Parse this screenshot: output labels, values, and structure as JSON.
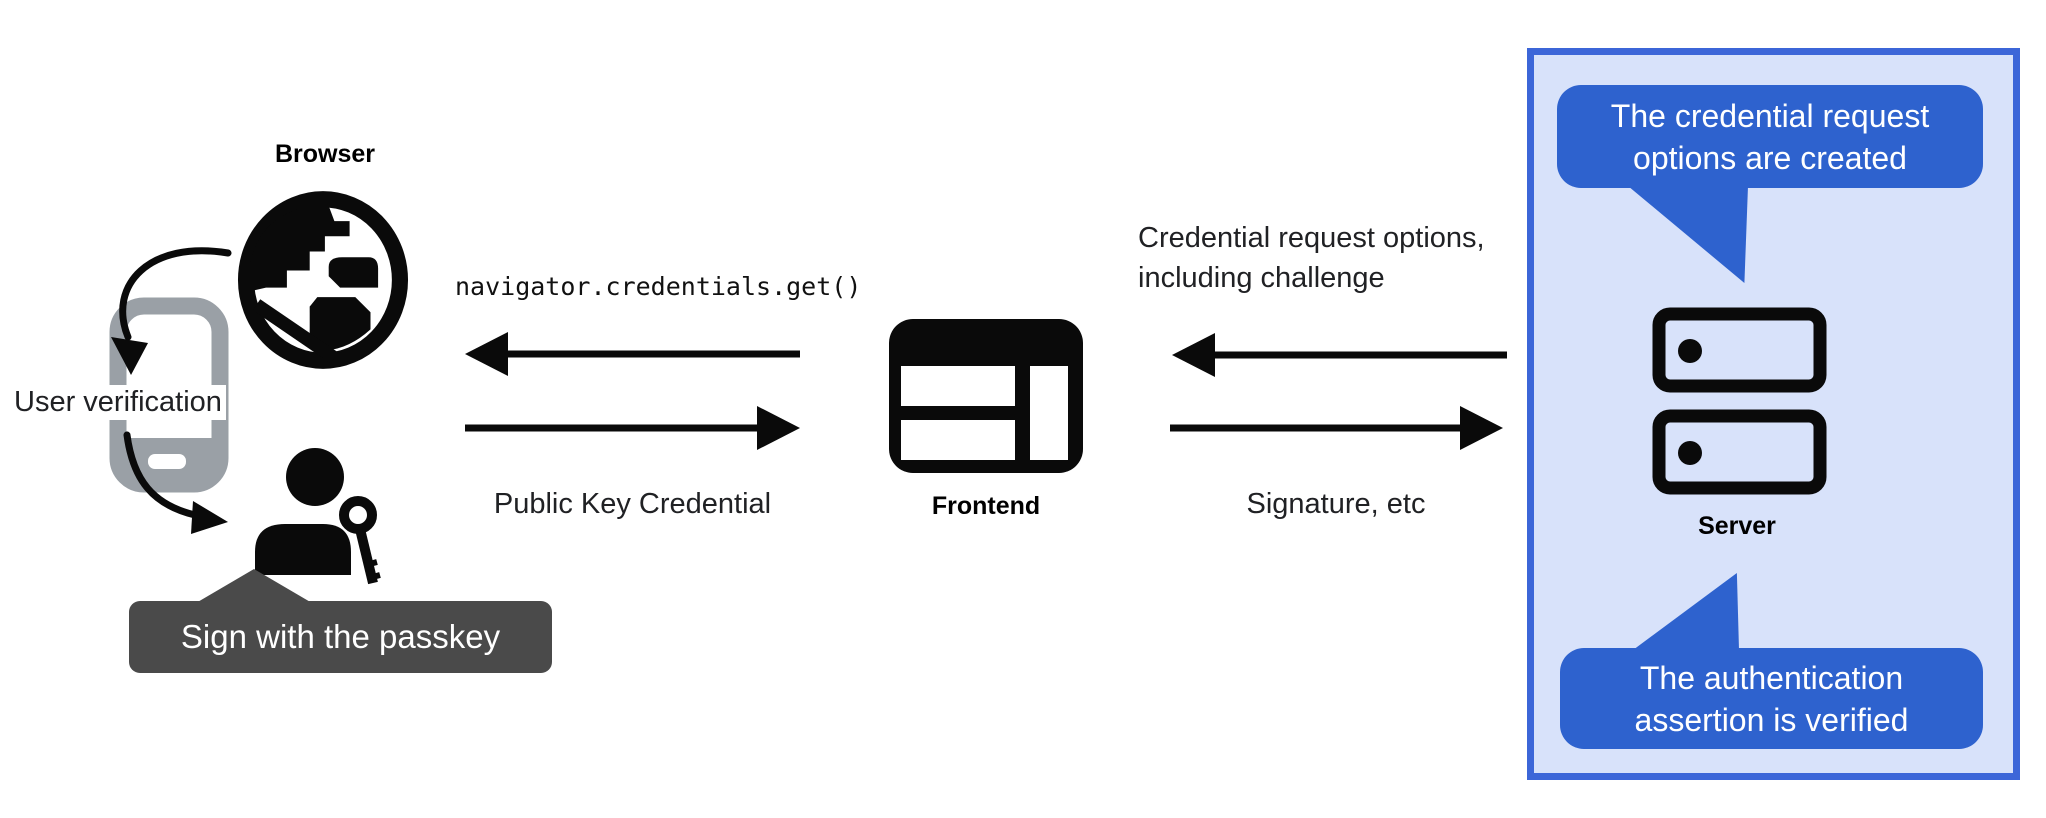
{
  "diagram": {
    "title_hint": "Passkey authentication (WebAuthn) flow",
    "browser": {
      "label": "Browser",
      "user_verification": "User verification",
      "passkey_tooltip": "Sign with the passkey"
    },
    "frontend": {
      "label": "Frontend"
    },
    "server": {
      "label": "Server",
      "bubble_top": {
        "line1": "The credential request",
        "line2": "options are created"
      },
      "bubble_bottom": {
        "line1": "The authentication",
        "line2": "assertion is verified"
      }
    },
    "messages": {
      "get_call": "navigator.credentials.get()",
      "public_key_credential": "Public Key Credential",
      "credential_request": {
        "line1": "Credential request options,",
        "line2": "including challenge"
      },
      "signature": "Signature, etc"
    },
    "icons": {
      "globe-icon": "black world/globe glyph",
      "smartphone-icon": "gray phone outline with home slot",
      "user-key-icon": "person silhouette with key",
      "browser-window-icon": "black browser window layout (Frontend)",
      "server-icon": "two stacked server units with indicator dots",
      "arrows": "straight black arrows between nodes, curved arrows browser→phone→user"
    },
    "colors": {
      "bubble_blue": "#2e62ce",
      "panel_fill": "#d8e2fa",
      "panel_border": "#3c66d8",
      "tooltip_gray": "#4a4a4a",
      "phone_gray": "#9aa0a6",
      "icon_black": "#0a0a0a",
      "text_color": "#202124",
      "background": "#ffffff"
    }
  }
}
